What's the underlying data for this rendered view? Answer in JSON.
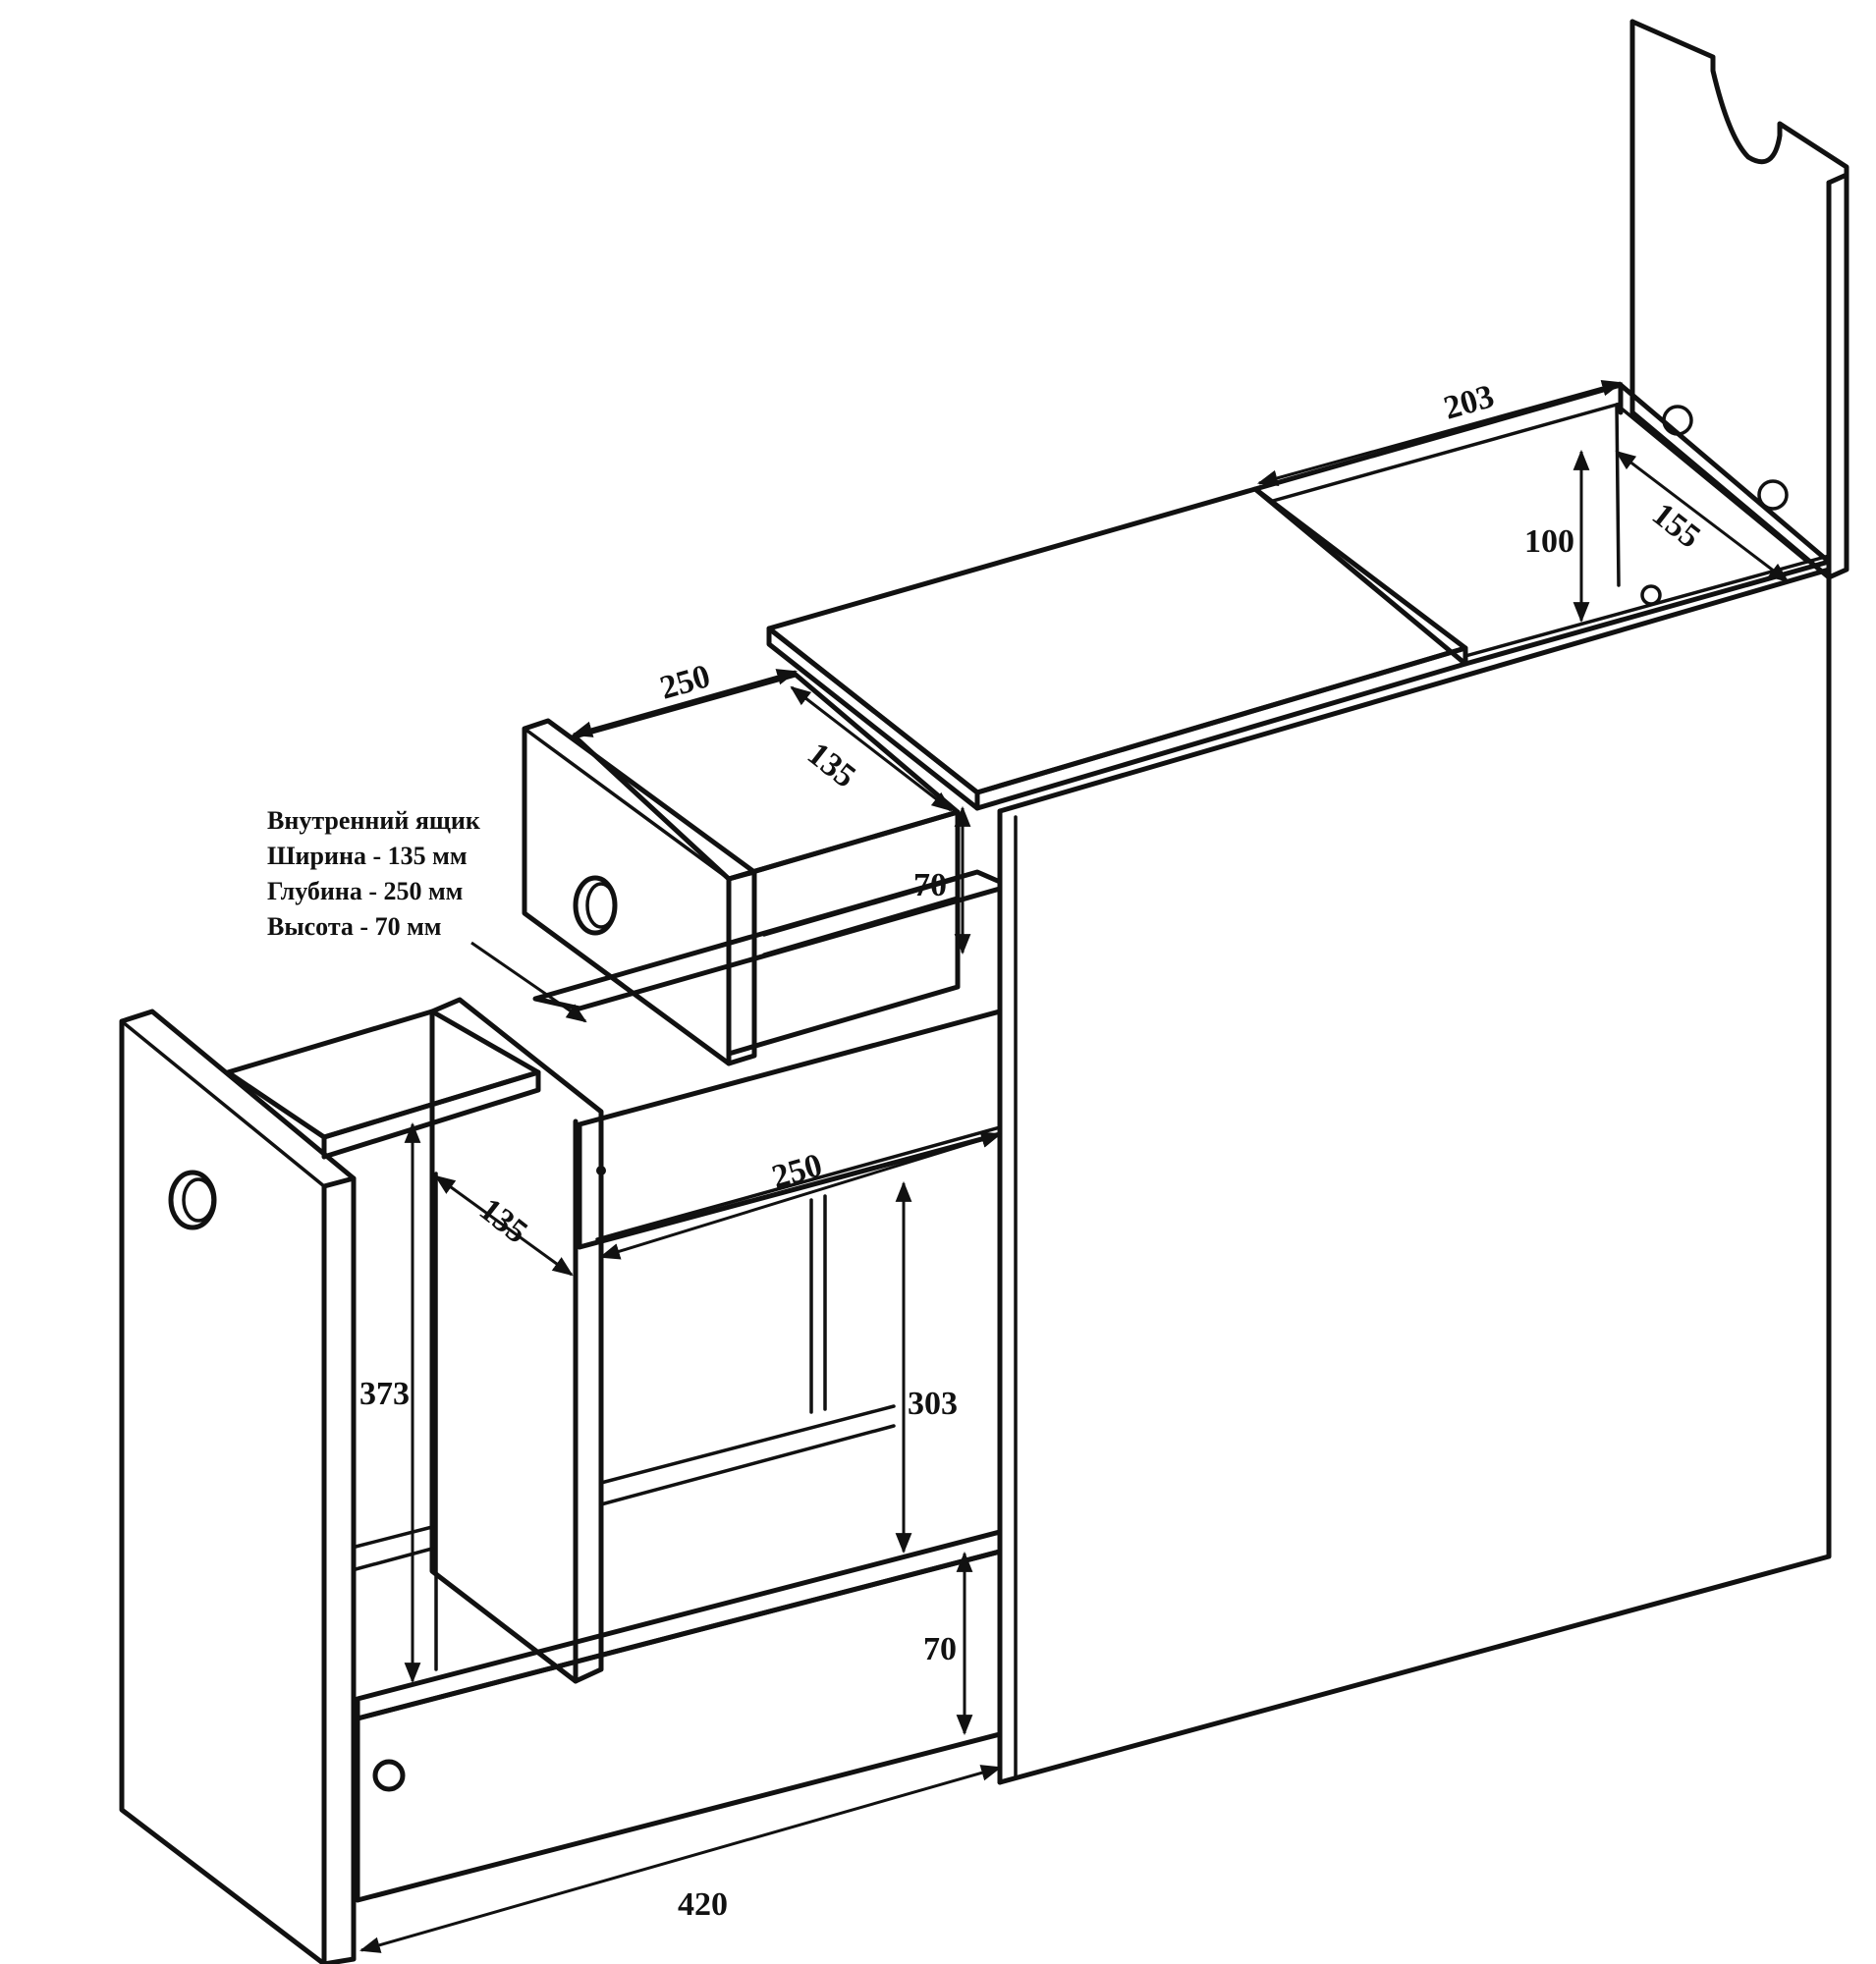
{
  "note": {
    "line1": "Внутренний ящик",
    "line2": "Ширина - 135 мм",
    "line3": "Глубина - 250 мм",
    "line4": "Высота - 70 мм"
  },
  "dimensions": {
    "top_width": "203",
    "top_height": "100",
    "top_depth": "155",
    "drawer_depth": "250",
    "drawer_width": "135",
    "drawer_height": "70",
    "shelf_depth": "250",
    "shelf_width": "135",
    "left_height": "373",
    "mid_height": "303",
    "bottom_height": "70",
    "total_depth": "420"
  }
}
